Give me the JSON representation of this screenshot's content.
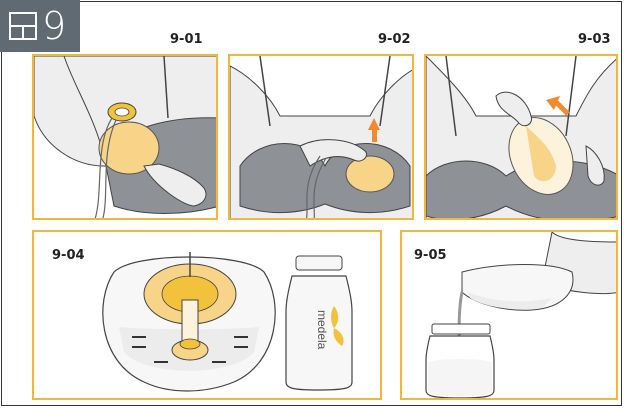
{
  "section": {
    "number": "9"
  },
  "steps": [
    {
      "label": "9-01"
    },
    {
      "label": "9-02"
    },
    {
      "label": "9-03"
    },
    {
      "label": "9-04"
    },
    {
      "label": "9-05"
    }
  ],
  "bottle": {
    "brand": "medela"
  },
  "colors": {
    "accent_border": "#f0b73a",
    "badge_bg": "#5f6a72",
    "yellow_fill": "#f7d488",
    "arrow": "#f28a2e",
    "bra_gray": "#8e9297"
  }
}
